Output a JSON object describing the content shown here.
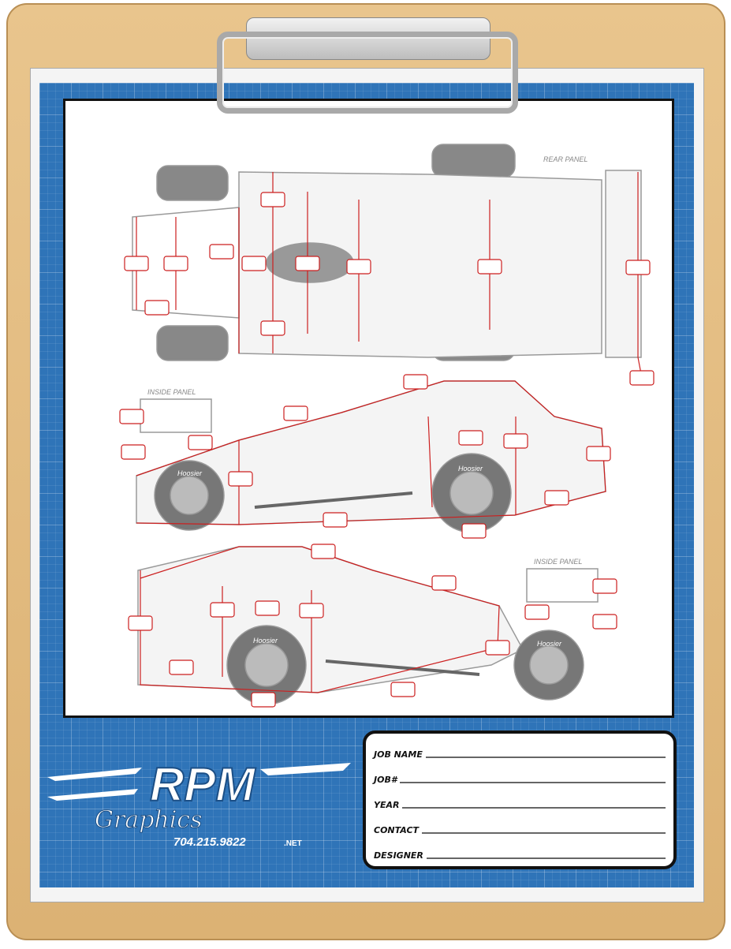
{
  "template": {
    "labels": {
      "rear_panel": "REAR PANEL",
      "inside_panel_middle": "INSIDE PANEL",
      "inside_panel_bottom": "INSIDE PANEL",
      "tire_brand": "Hoosier"
    },
    "colors": {
      "blueprint": "#2f74b8",
      "clipboard": "#e0b87a",
      "guide_lines": "#cc1f1f",
      "vehicle": "#c8c8c8"
    }
  },
  "logo": {
    "brand": "RPM",
    "sub": "Graphics",
    "phone": "704.215.9822",
    "tld": ".NET"
  },
  "form": {
    "fields": [
      {
        "label": "JOB NAME"
      },
      {
        "label": "JOB#"
      },
      {
        "label": "YEAR"
      },
      {
        "label": "CONTACT"
      },
      {
        "label": "DESIGNER"
      }
    ]
  }
}
